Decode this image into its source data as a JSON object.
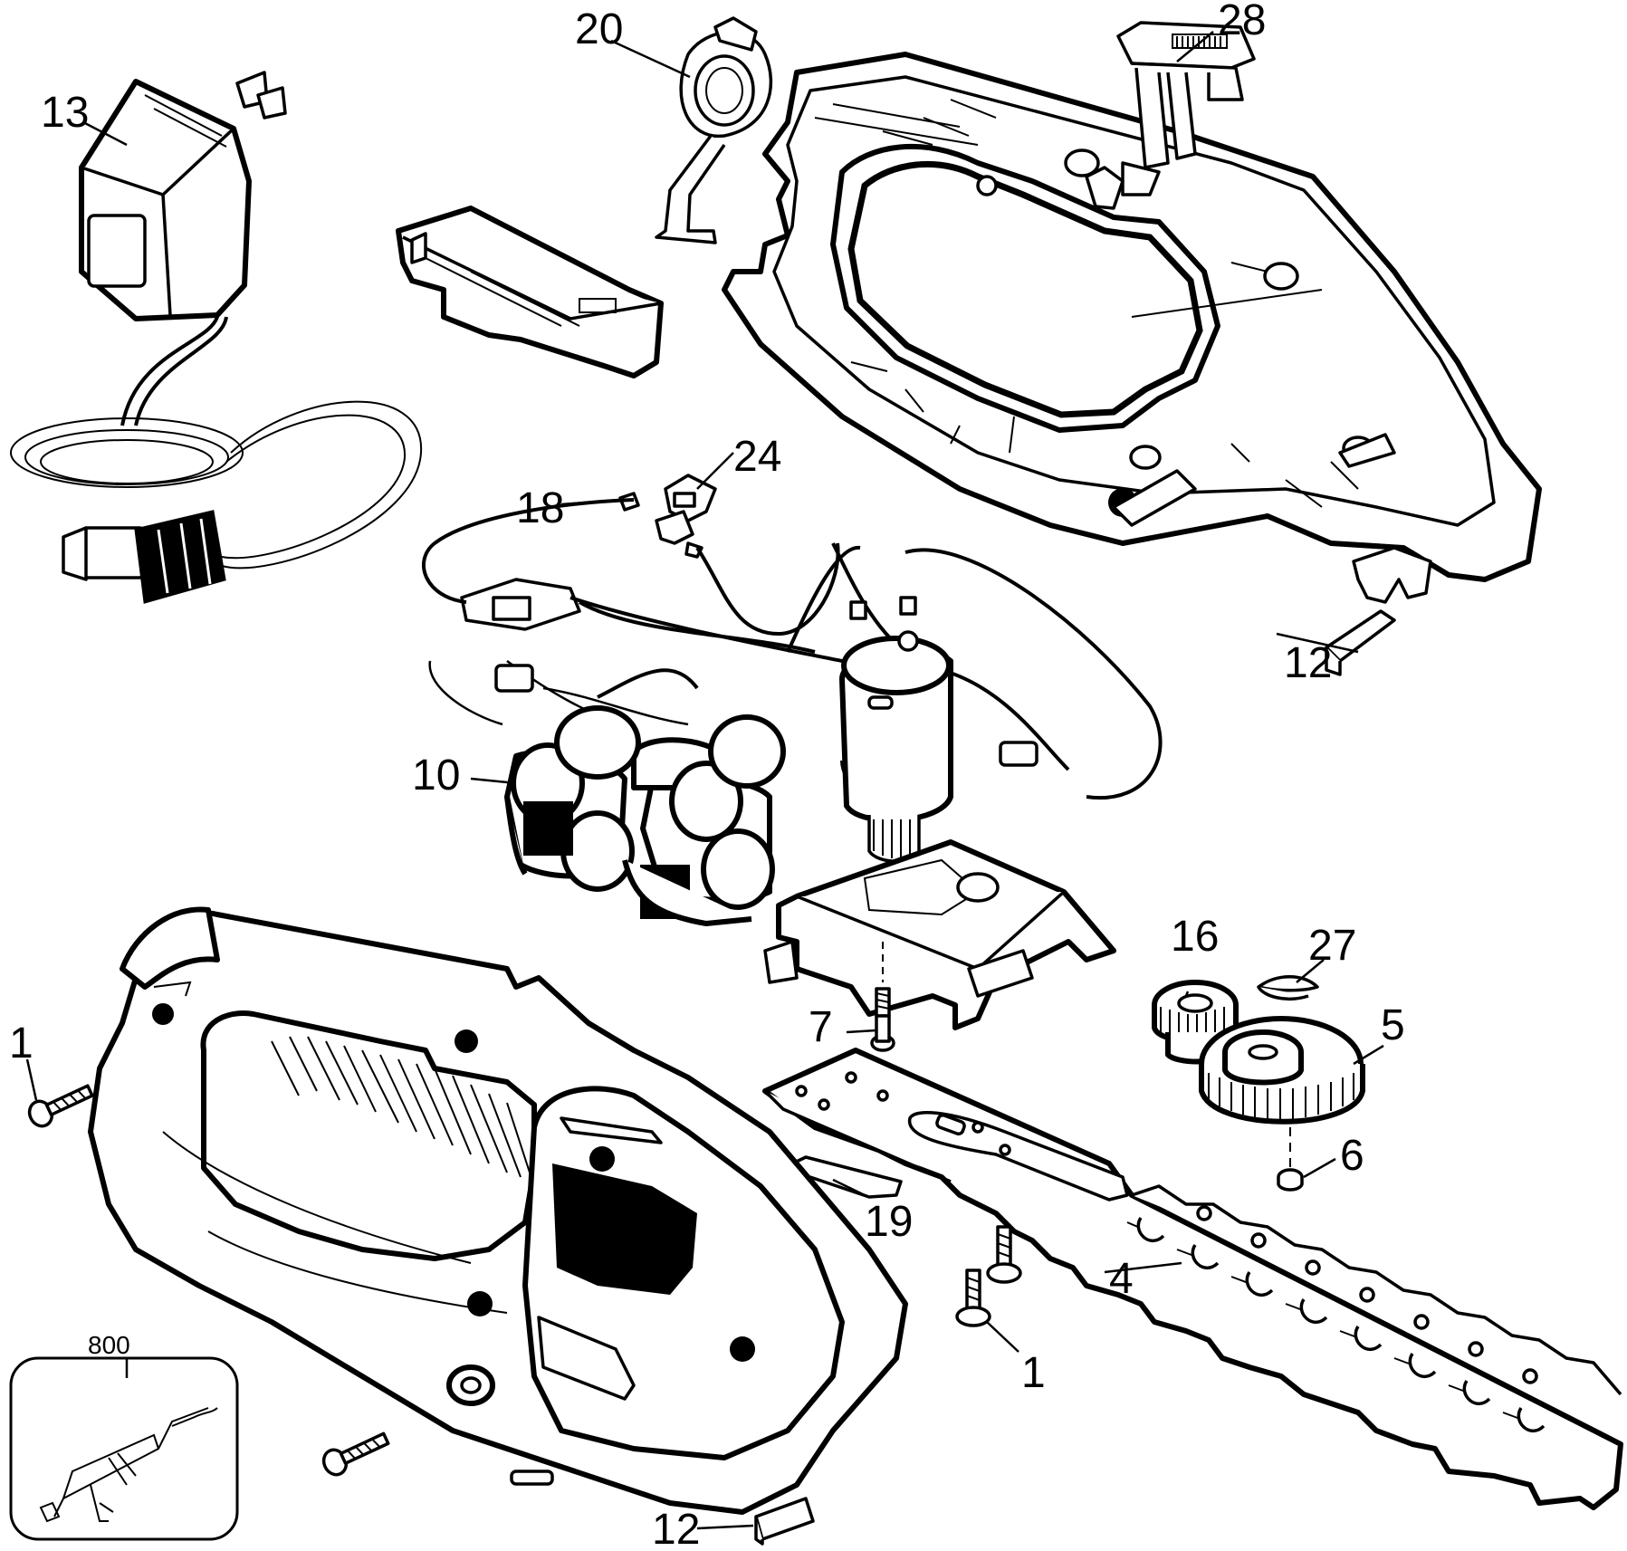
{
  "diagram": {
    "part_labels": {
      "p1_left": "1",
      "p1_right": "1",
      "p4": "4",
      "p5": "5",
      "p6": "6",
      "p7": "7",
      "p10": "10",
      "p12_top": "12",
      "p12_bottom": "12",
      "p13": "13",
      "p16": "16",
      "p18": "18",
      "p19": "19",
      "p20": "20",
      "p24": "24",
      "p27": "27",
      "p28": "28",
      "p800": "800"
    }
  }
}
